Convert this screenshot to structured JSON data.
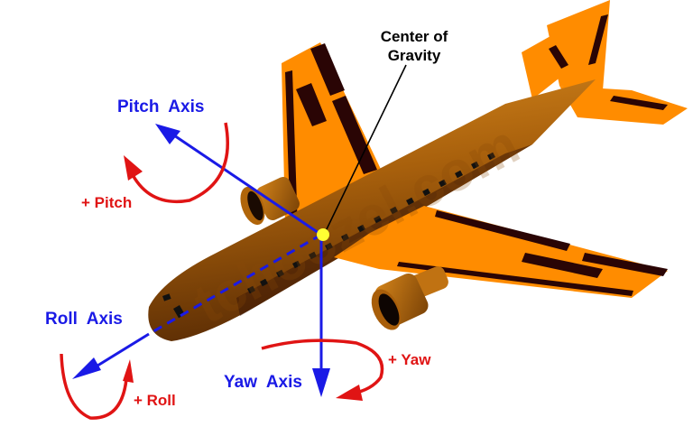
{
  "diagram": {
    "subject": "Airplane rotation axes",
    "labels": {
      "center_of_gravity_line1": "Center of",
      "center_of_gravity_line2": "Gravity",
      "pitch_axis": "Pitch  Axis",
      "pitch_rotation": "+ Pitch",
      "roll_axis": "Roll  Axis",
      "roll_rotation": "+ Roll",
      "yaw_axis": "Yaw  Axis",
      "yaw_rotation": "+ Yaw"
    },
    "watermark": "tchoozel.com",
    "colors": {
      "axis": "#1a1ae6",
      "rotation": "#e01414",
      "wing": "#ff8c00",
      "fuselage": "#b0650a",
      "stripe": "#2a0505",
      "cg_marker": "#ffff33"
    }
  }
}
